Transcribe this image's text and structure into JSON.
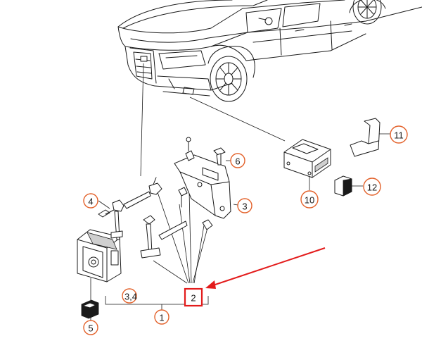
{
  "callouts": [
    {
      "id": "c1",
      "label": "1"
    },
    {
      "id": "c2",
      "label": "2"
    },
    {
      "id": "c3",
      "label": "3"
    },
    {
      "id": "c34",
      "label": "3,4"
    },
    {
      "id": "c4",
      "label": "4"
    },
    {
      "id": "c5",
      "label": "5"
    },
    {
      "id": "c6",
      "label": "6"
    },
    {
      "id": "c10",
      "label": "10"
    },
    {
      "id": "c11",
      "label": "11"
    },
    {
      "id": "c12",
      "label": "12"
    }
  ],
  "highlight": {
    "target": "2",
    "box_color": "#e31b1b",
    "arrow_color": "#e31b1b"
  },
  "colors": {
    "callout_ring": "#e3612a",
    "line": "#1a1a1a"
  }
}
